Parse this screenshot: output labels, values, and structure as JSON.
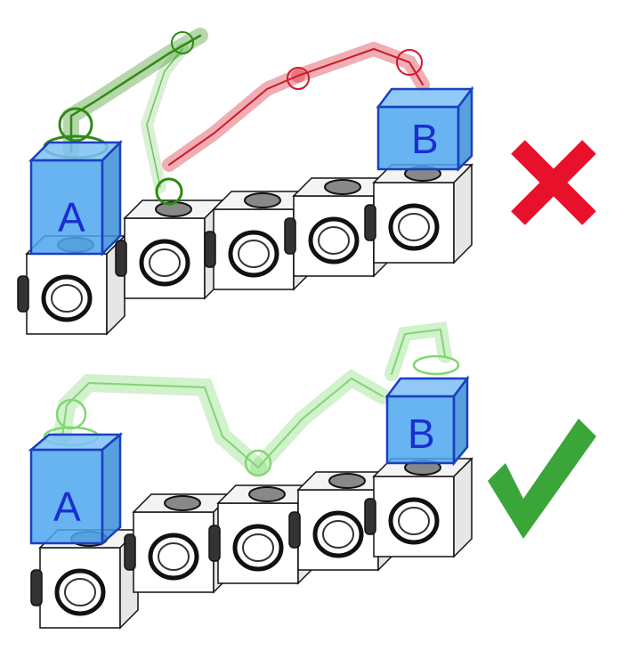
{
  "colors": {
    "wrong_mark": "#e8102a",
    "right_mark": "#3aa63a",
    "payload_fill": "#4da6ee",
    "payload_stroke": "#1a3fbf",
    "label": "#1b2fd0",
    "arm_green_dark": "#2e8b12",
    "arm_green_light": "#7fd870",
    "arm_red": "#d01828"
  },
  "top_scene": {
    "payload_a_label": "A",
    "payload_b_label": "B",
    "verdict_icon": "cross-icon"
  },
  "bottom_scene": {
    "payload_a_label": "A",
    "payload_b_label": "B",
    "verdict_icon": "check-icon"
  }
}
